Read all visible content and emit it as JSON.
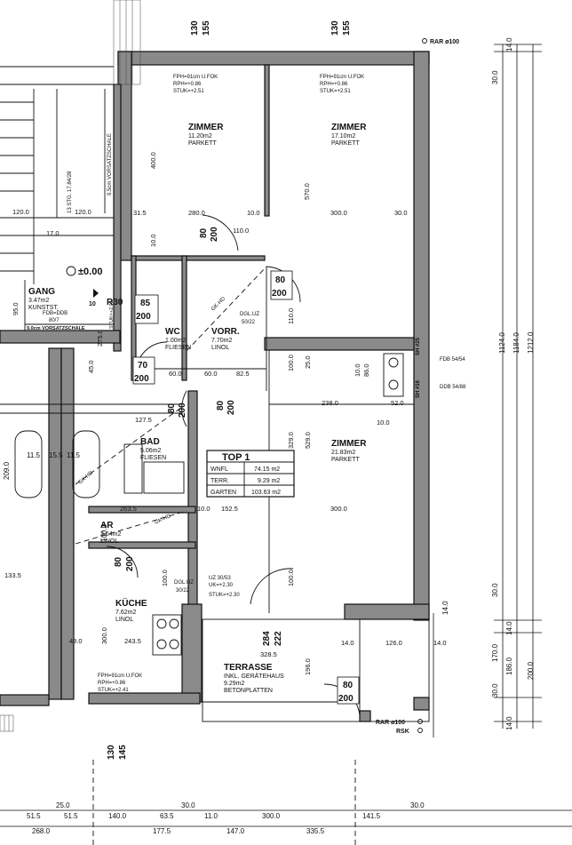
{
  "rooms": {
    "zimmer_left": {
      "name": "ZIMMER",
      "area": "11.20m2",
      "floor": "PARKETT"
    },
    "zimmer_right": {
      "name": "ZIMMER",
      "area": "17.10m2",
      "floor": "PARKETT"
    },
    "zimmer_big": {
      "name": "ZIMMER",
      "area": "21.83m2",
      "floor": "PARKETT"
    },
    "gang": {
      "name": "GANG",
      "area": "3.47m2",
      "floor": "KUNSTST."
    },
    "wc": {
      "name": "WC",
      "area": "1.00m2",
      "floor": "FLIESEN"
    },
    "vorr": {
      "name": "VORR.",
      "area": "7.70m2",
      "floor": "LINOL"
    },
    "bad": {
      "name": "BAD",
      "area": "5.06m2",
      "floor": "FLIESEN"
    },
    "ar": {
      "name": "AR",
      "area": "2.64m2",
      "floor": "LINOL"
    },
    "kueche": {
      "name": "KÜCHE",
      "area": "7.62m2",
      "floor": "LINOL"
    },
    "terrasse": {
      "name": "TERRASSE",
      "sub": "INKL. GERÄTEHAUS",
      "area": "9.29m2",
      "floor": "BETONPLATTEN"
    }
  },
  "window_notes": {
    "w1": [
      "FPH=91cm U.FOK",
      "RPH=+0.86",
      "STUK=+2.51"
    ],
    "w2": [
      "FPH=91cm U.FOK",
      "RPH=+0.86",
      "STUK=+2.51"
    ],
    "w3": [
      "FPH=91cm U.FOK",
      "RPH=+0.86",
      "STUK=+2.41"
    ],
    "uz": [
      "UZ 30/53",
      "UK=+2.30",
      "STUK=+2.30"
    ]
  },
  "top_table": {
    "title": "TOP 1",
    "rows": [
      {
        "label": "WNFL",
        "value": "74.15 m2"
      },
      {
        "label": "TERR.",
        "value": "9.29 m2"
      },
      {
        "label": "GARTEN",
        "value": "103.63 m2"
      }
    ]
  },
  "labels": {
    "rar1": "RAR ø100",
    "rar2": "RAR ø100",
    "rsk": "RSK",
    "fdb1": "FDB 54/54",
    "ddb1": "DDB 54/88",
    "fdb_gang": "FDB=DDB",
    "fdb_gang2": "80/7",
    "vorsatz": "9.0cm VORSATZSCHALE",
    "vorsatz2": "9.5cm VORSATZSCHALE",
    "stg": "13 STG. 17.84/28",
    "dgl1": "DGL.UZ",
    "dgl1b": "50/22",
    "dgl2": "DGL.UZ",
    "dgl2b": "30/22",
    "gk1": "GK-HD",
    "gk2": "GK-HD",
    "gk3": "GK-HD",
    "sh1": "SH #25",
    "sh2": "SH #16",
    "r30": "R30",
    "stuk": "STUK=+2.05",
    "pl1": "±0.00",
    "arrow": "10"
  },
  "doors": {
    "d1": [
      "80",
      "200"
    ],
    "d2": [
      "80",
      "200"
    ],
    "d3": [
      "85",
      "200"
    ],
    "d4": [
      "70",
      "200"
    ],
    "d5": [
      "80",
      "200"
    ],
    "d6": [
      "80",
      "200"
    ],
    "d7": [
      "80",
      "200"
    ],
    "d8": [
      "284",
      "222"
    ],
    "d9": [
      "130",
      "155"
    ],
    "d10": [
      "130",
      "155"
    ],
    "d11": [
      "130",
      "145"
    ]
  },
  "dims": {
    "d400": "400.0",
    "d570": "570.0",
    "d315": "31.5",
    "d280": "280.0",
    "d10a": "10.0",
    "d300a": "300.0",
    "d30a": "30.0",
    "d110": "110.0",
    "d10b": "10.0",
    "d1200a": "120.0",
    "d1200b": "120.0",
    "d170": "17.0",
    "d1100": "110.0",
    "d600": "60.0",
    "d600b": "60.0",
    "d825": "82.5",
    "d250": "25.0",
    "d1000": "100.0",
    "d860": "86.0",
    "d238": "238.0",
    "d100c": "10.0",
    "d520": "52.0",
    "d100d": "10.0",
    "d329": "329.0",
    "d529": "529.0",
    "d300b": "300.0",
    "d1275": "127.5",
    "d2635": "263.5",
    "d100e": "10.0",
    "d1525": "152.5",
    "d100f": "100.0",
    "d1000g": "100.0",
    "d3285": "328.5",
    "d1960": "196.0",
    "d140": "14.0",
    "d1260": "126.0",
    "d140b": "14.0",
    "d2435": "243.5",
    "d480": "48.0",
    "d3000": "300.0",
    "d1335": "133.5",
    "d2750": "275.0",
    "d950": "95.0",
    "d450": "45.0",
    "d1124": "1124.0",
    "d1184": "1184.0",
    "d1212": "1212.0",
    "d300r": "30.0",
    "d140r": "14.0",
    "d300r2": "30.0",
    "d140r2": "14.0",
    "d1700": "170.0",
    "d1860": "186.0",
    "d2000": "200.0",
    "d140r3": "14.0",
    "d300r3": "30.0",
    "d140r4": "14.0",
    "b250": "25.0",
    "b515": "51.5",
    "b515b": "51.5",
    "b2680": "268.0",
    "b1400": "140.0",
    "b635": "63.5",
    "b300": "30.0",
    "b1775": "177.5",
    "b110": "11.0",
    "b1470": "147.0",
    "b3000": "300.0",
    "b3355": "335.5",
    "b1415": "141.5",
    "b300b": "30.0",
    "b11": "11.5",
    "b15": "15.5",
    "b115": "11.5",
    "b2090": "209.0",
    "b100": "100.0"
  }
}
